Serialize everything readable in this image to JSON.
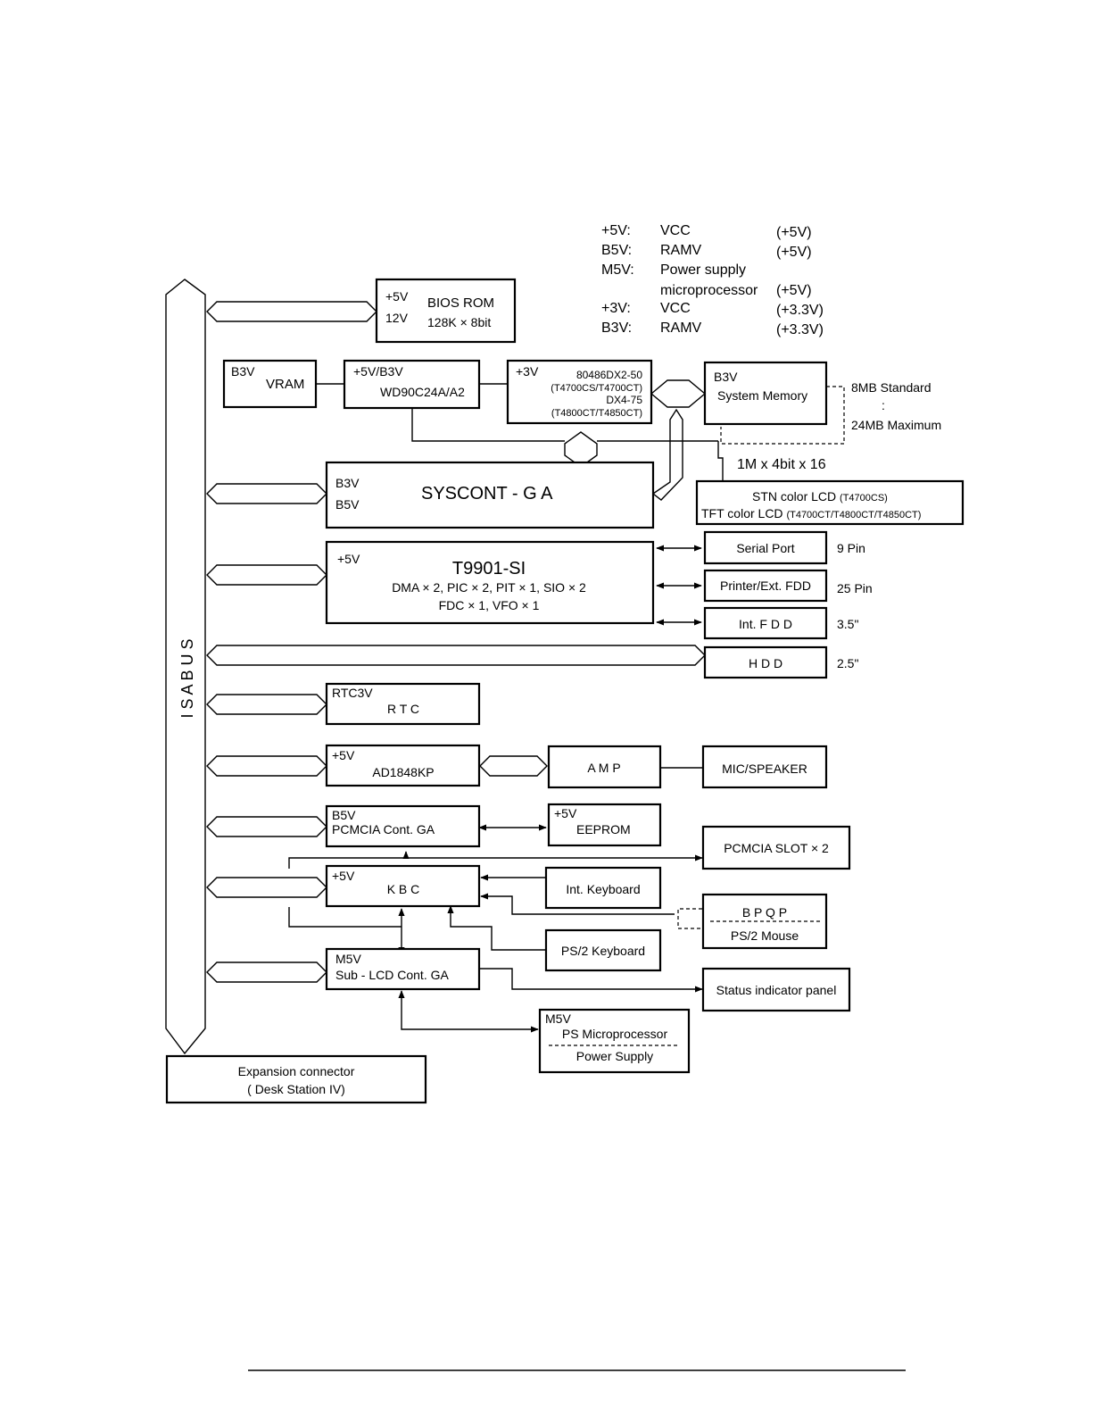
{
  "legend": [
    {
      "code": "+5V:",
      "name": "VCC",
      "value": "(+5V)"
    },
    {
      "code": "B5V:",
      "name": "RAMV",
      "value": "(+5V)"
    },
    {
      "code": "M5V:",
      "name": "Power supply",
      "name2": "microprocessor",
      "value": "(+5V)"
    },
    {
      "code": "+3V:",
      "name": "VCC",
      "value": "(+3.3V)"
    },
    {
      "code": "B3V:",
      "name": "RAMV",
      "value": "(+3.3V)"
    }
  ],
  "isa_bus": {
    "label": "I S A   B U S"
  },
  "blocks": {
    "bios": {
      "v1": "+5V",
      "v2": "12V",
      "name": "BIOS ROM",
      "sub": "128K × 8bit"
    },
    "vram": {
      "v": "B3V",
      "name": "VRAM"
    },
    "wd": {
      "v": "+5V/B3V",
      "name": "WD90C24A/A2"
    },
    "cpu": {
      "v": "+3V",
      "l1": "80486DX2-50",
      "l2": "(T4700CS/T4700CT)",
      "l3": "DX4-75",
      "l4": "(T4800CT/T4850CT)"
    },
    "sysmem": {
      "v": "B3V",
      "name": "System Memory",
      "note1": "8MB Standard",
      "note2": ":",
      "note3": "24MB Maximum",
      "chips": "1M x 4bit x 16"
    },
    "syscont": {
      "v1": "B3V",
      "v2": "B5V",
      "name": "SYSCONT - G A"
    },
    "lcd": {
      "l1": "STN color LCD",
      "l1s": "(T4700CS)",
      "l2": "TFT color LCD",
      "l2s": "(T4700CT/T4800CT/T4850CT)"
    },
    "t9901": {
      "v": "+5V",
      "name": "T9901-SI",
      "l1": "DMA × 2, PIC × 2, PIT × 1, SIO × 2",
      "l2": "FDC × 1, VFO × 1"
    },
    "serial": {
      "name": "Serial Port",
      "note": "9 Pin"
    },
    "printer": {
      "name": "Printer/Ext. FDD",
      "note": "25 Pin"
    },
    "fdd": {
      "name": "Int. F D D",
      "note": "3.5\""
    },
    "hdd": {
      "name": "H D D",
      "note": "2.5\""
    },
    "rtc": {
      "v": "RTC3V",
      "name": "R T C"
    },
    "ad": {
      "v": "+5V",
      "name": "AD1848KP"
    },
    "amp": {
      "name": "A M P"
    },
    "mic": {
      "name": "MIC/SPEAKER"
    },
    "pcmcia": {
      "v": "B5V",
      "name": "PCMCIA Cont. GA"
    },
    "eeprom": {
      "v": "+5V",
      "name": "EEPROM"
    },
    "slot": {
      "name": "PCMCIA SLOT × 2"
    },
    "kbc": {
      "v": "+5V",
      "name": "K B C"
    },
    "intkb": {
      "name": "Int. Keyboard"
    },
    "bpqp": {
      "name": "B P Q P",
      "sub": "PS/2 Mouse"
    },
    "ps2kb": {
      "name": "PS/2 Keyboard"
    },
    "sublcd": {
      "v": "M5V",
      "name": "Sub - LCD Cont. GA"
    },
    "status": {
      "name": "Status indicator panel"
    },
    "psmicro": {
      "v": "M5V",
      "name": "PS Microprocessor",
      "sub": "Power Supply"
    },
    "expansion": {
      "l1": "Expansion connector",
      "l2": "( Desk Station IV)"
    }
  }
}
